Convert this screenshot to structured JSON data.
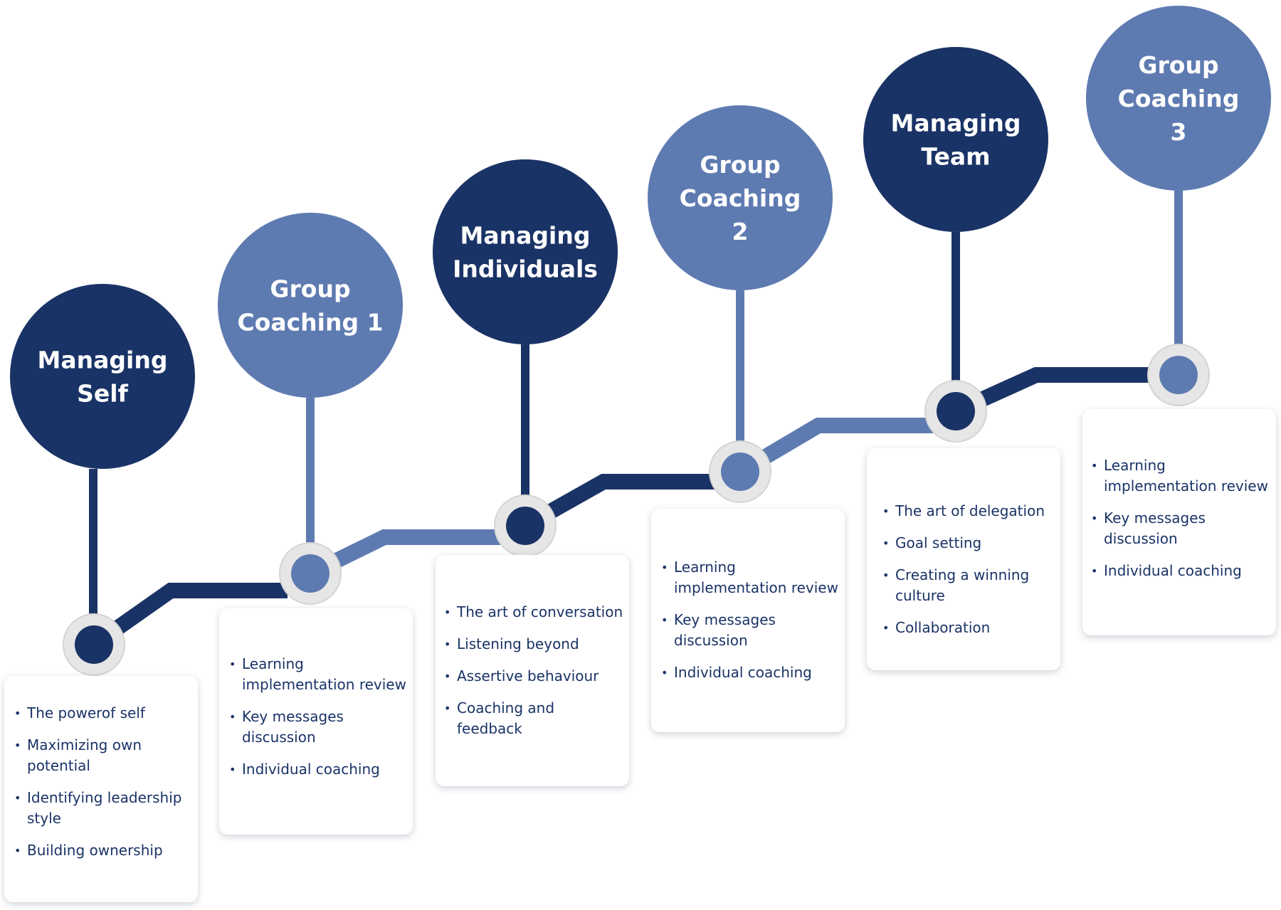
{
  "colors": {
    "dark": "#1a3366",
    "light": "#5e7bb1",
    "ring": "#e6e6e6",
    "text": "#1a3366"
  },
  "stages": [
    {
      "title_lines": [
        "Managing",
        "Self"
      ],
      "tone": "dark",
      "bullets": [
        "The powerof self",
        "Maximizing  own potential",
        "Identifying leadership style",
        "Building ownership"
      ]
    },
    {
      "title_lines": [
        "Group",
        "Coaching 1"
      ],
      "tone": "light",
      "bullets": [
        "Learning implementation review",
        "Key messages discussion",
        "Individual coaching"
      ]
    },
    {
      "title_lines": [
        "Managing",
        "Individuals"
      ],
      "tone": "dark",
      "bullets": [
        "The art of conversation",
        "Listening  beyond",
        "Assertive  behaviour",
        "Coaching and feedback"
      ]
    },
    {
      "title_lines": [
        "Group",
        "Coaching",
        "2"
      ],
      "tone": "light",
      "bullets": [
        "Learning implementation review",
        "Key messages discussion",
        "Individual coaching"
      ]
    },
    {
      "title_lines": [
        "Managing",
        "Team"
      ],
      "tone": "dark",
      "bullets": [
        "The art of  delegation",
        "Goal setting",
        "Creating a  winning culture",
        "Collaboration"
      ]
    },
    {
      "title_lines": [
        "Group",
        "Coaching",
        "3"
      ],
      "tone": "light",
      "bullets": [
        "Learning implementation review",
        "Key messages discussion",
        "Individual coaching"
      ]
    }
  ]
}
